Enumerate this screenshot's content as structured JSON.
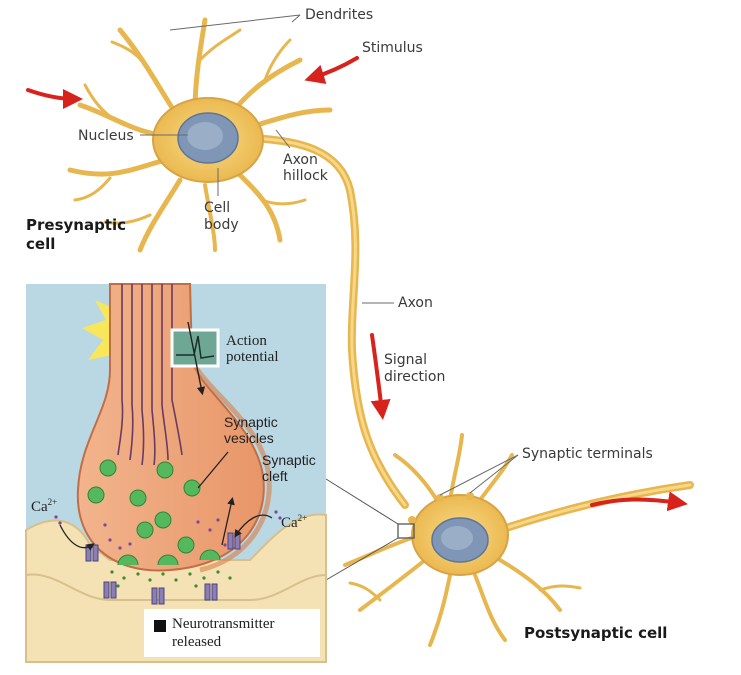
{
  "labels": {
    "dendrites": "Dendrites",
    "stimulus": "Stimulus",
    "nucleus": "Nucleus",
    "axon_hillock_1": "Axon",
    "axon_hillock_2": "hillock",
    "cell_body_1": "Cell",
    "cell_body_2": "body",
    "presynaptic_1": "Presynaptic",
    "presynaptic_2": "cell",
    "axon": "Axon",
    "signal_direction_1": "Signal",
    "signal_direction_2": "direction",
    "synaptic_terminals": "Synaptic terminals",
    "postsynaptic": "Postsynaptic cell"
  },
  "inset": {
    "action_potential_1": "Action",
    "action_potential_2": "potential",
    "synaptic_vesicles_1": "Synaptic",
    "synaptic_vesicles_2": "vesicles",
    "synaptic_cleft_1": "Synaptic",
    "synaptic_cleft_2": "cleft",
    "ca_left_base": "Ca",
    "ca_left_sup": "2+",
    "ca_right_base": "Ca",
    "ca_right_sup": "2+",
    "neurotransmitter_1": "Neurotransmitter",
    "neurotransmitter_2": "released"
  },
  "colors": {
    "neuron_fill": "#f2c760",
    "neuron_stroke": "#c9963a",
    "nucleus": "#6e86a8",
    "arrow_red": "#d8231c",
    "inset_bg": "#b9d8e4",
    "terminal_fill": "#eea47c",
    "vesicle": "#56b85c",
    "flash": "#ffe94a",
    "postsyn_membrane": "#f4e2b4"
  }
}
